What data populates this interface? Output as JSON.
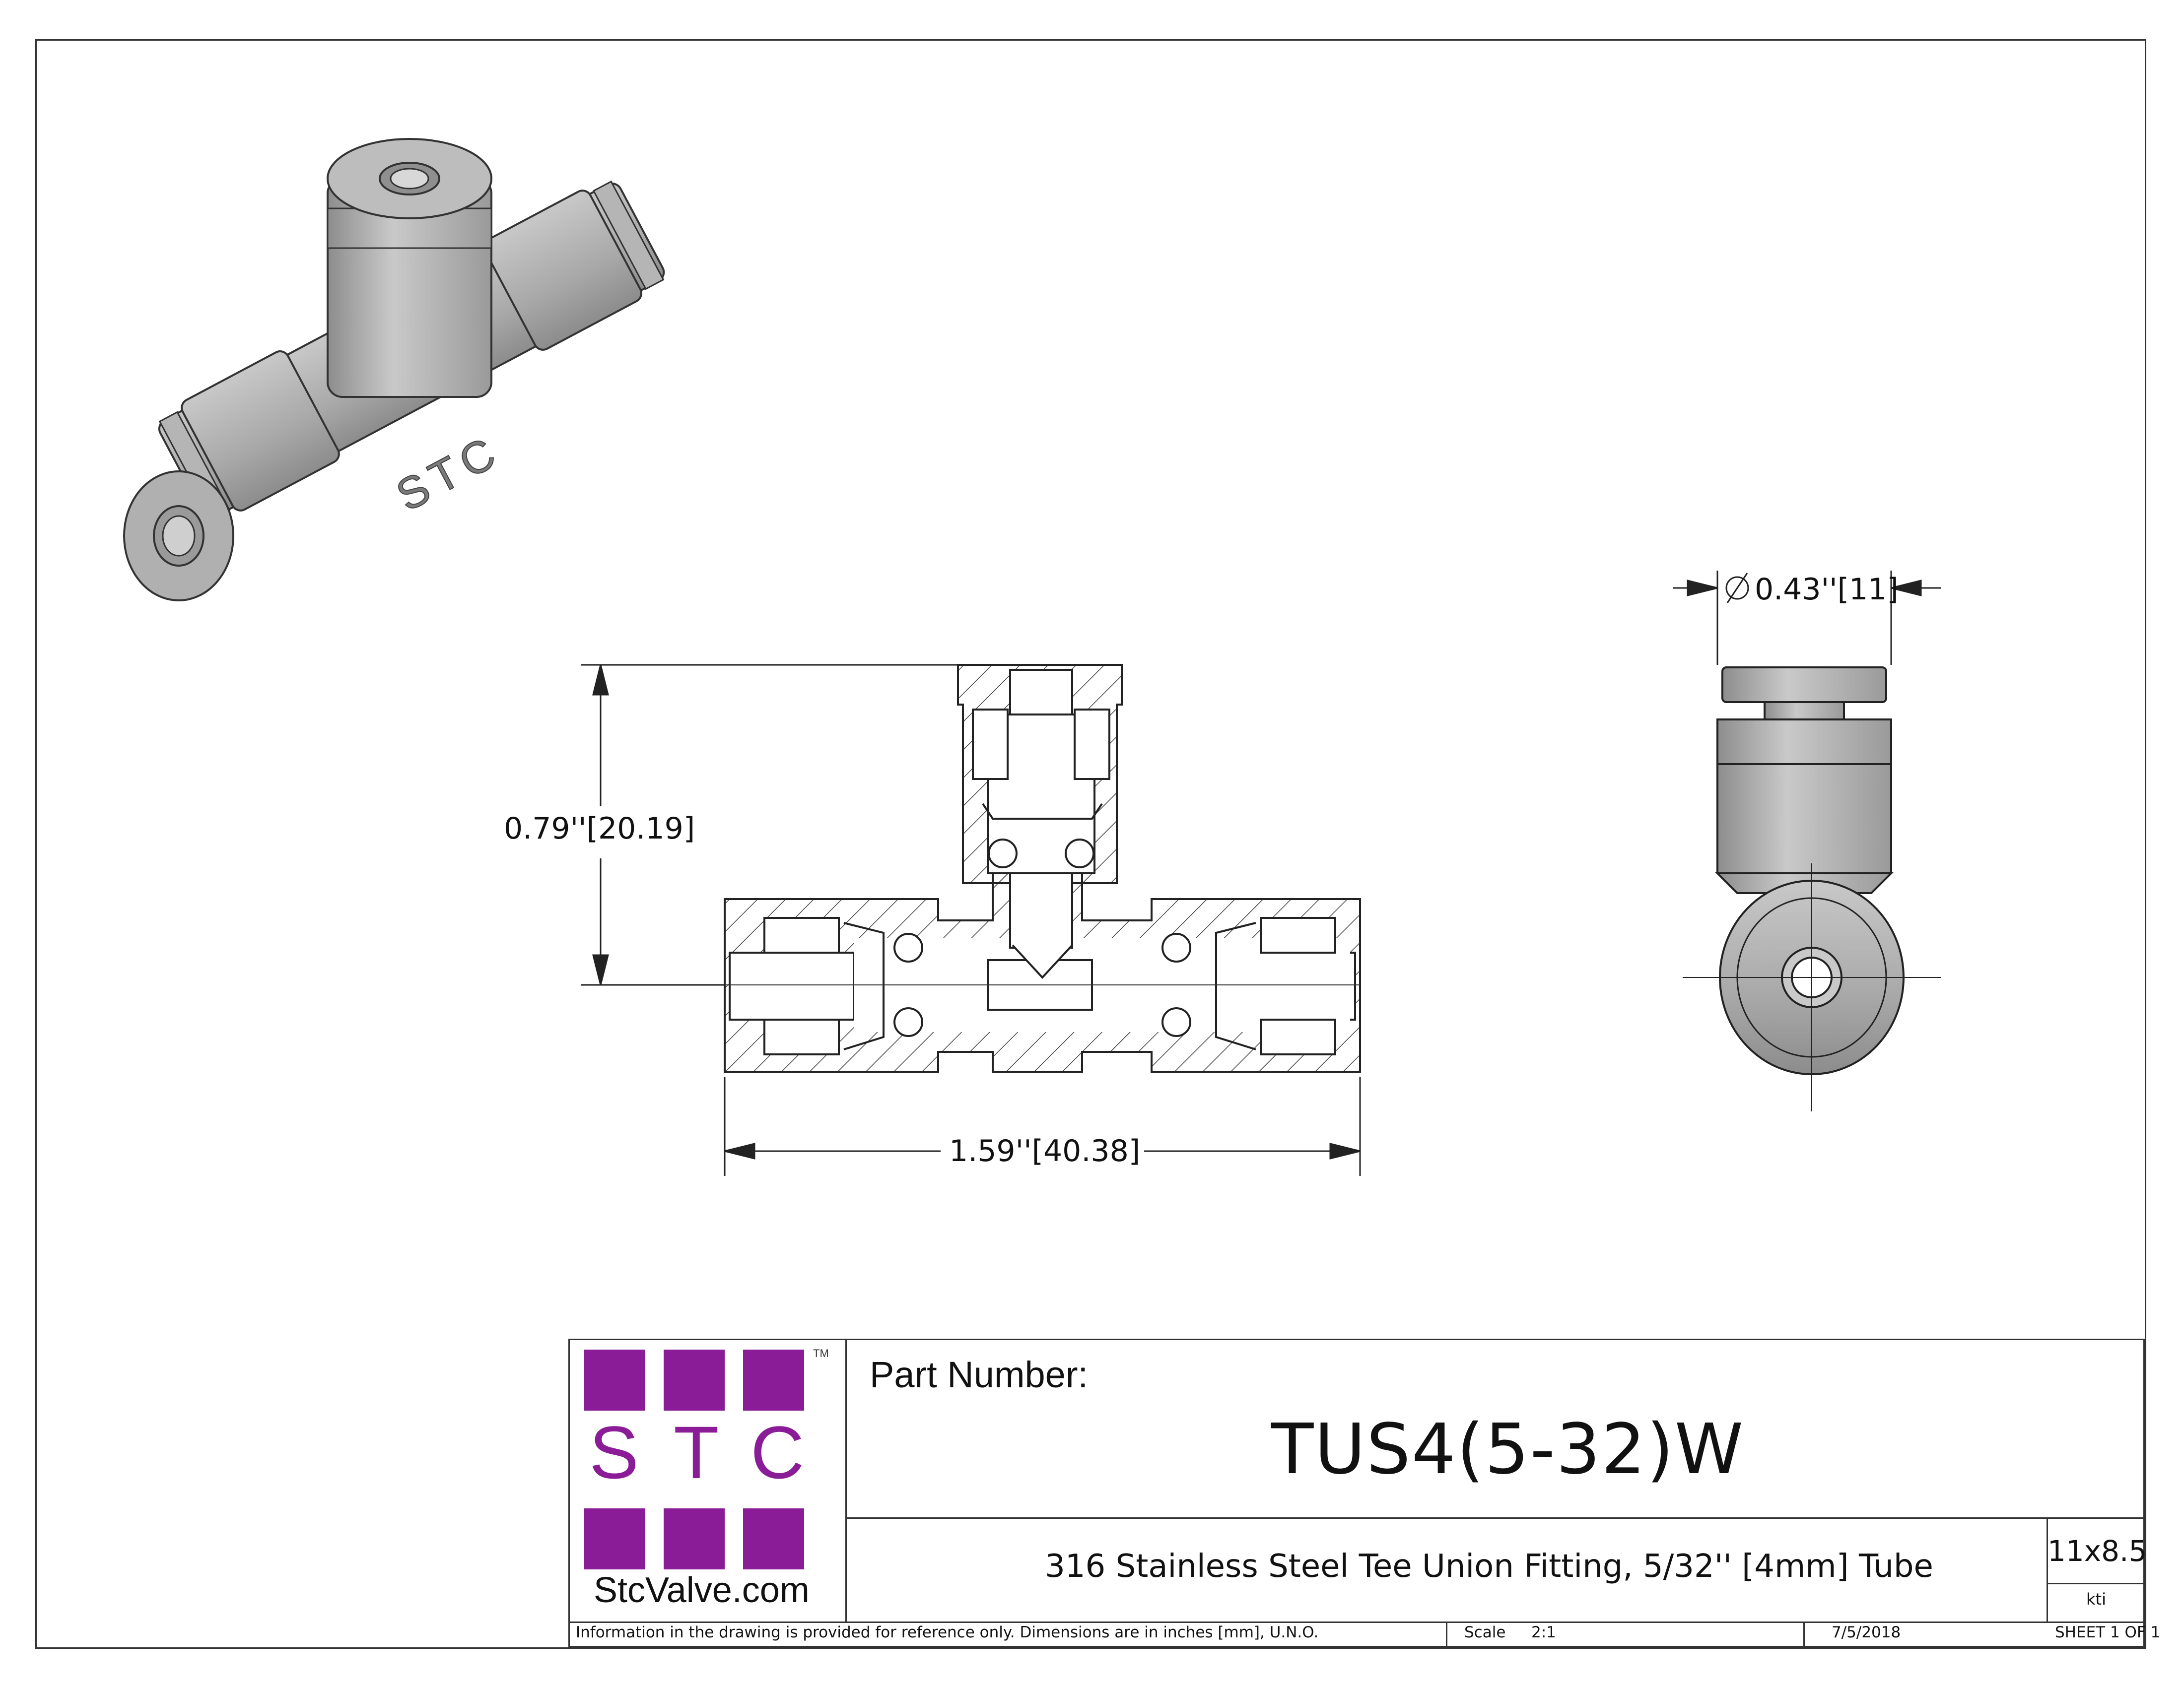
{
  "dimensions": {
    "height": "0.79''[20.19]",
    "width": "1.59''[40.38]",
    "diameter": "0.43''[11]"
  },
  "stamp_text": "STC",
  "logo": {
    "letters": [
      "S",
      "T",
      "C"
    ],
    "trademark": "TM",
    "website": "StcValve.com",
    "color": "#8a1c97"
  },
  "title_block": {
    "part_number_label": "Part Number:",
    "part_number": "TUS4(5-32)W",
    "description": "316 Stainless Steel Tee Union Fitting, 5/32'' [4mm] Tube",
    "sheet_size": "11x8.5",
    "drawn_by": "kti",
    "disclaimer": "Information in the drawing is provided for reference only. Dimensions are in inches [mm], U.N.O.",
    "scale_label": "Scale",
    "scale_value": "2:1",
    "date": "7/5/2018",
    "sheet": "SHEET 1 OF 1"
  }
}
